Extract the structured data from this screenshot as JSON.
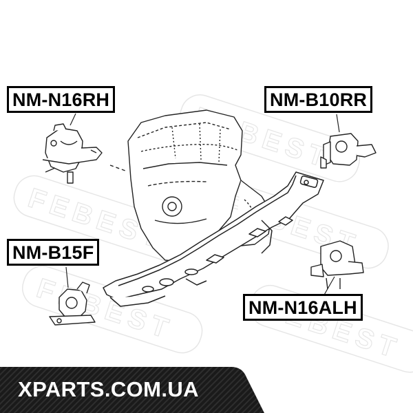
{
  "watermark": {
    "text": "FEBEST"
  },
  "labels": {
    "nm_n16rh": "NM-N16RH",
    "nm_b10rr": "NM-B10RR",
    "nm_b15f": "NM-B15F",
    "nm_n16alh": "NM-N16ALH"
  },
  "footer": {
    "site": "XPARTS.COM.UA"
  },
  "colors": {
    "banner": "#1a1a1a",
    "banner_pattern": "#2e2e2e",
    "ink": "#000000",
    "watermark": "#e6e6e6"
  }
}
